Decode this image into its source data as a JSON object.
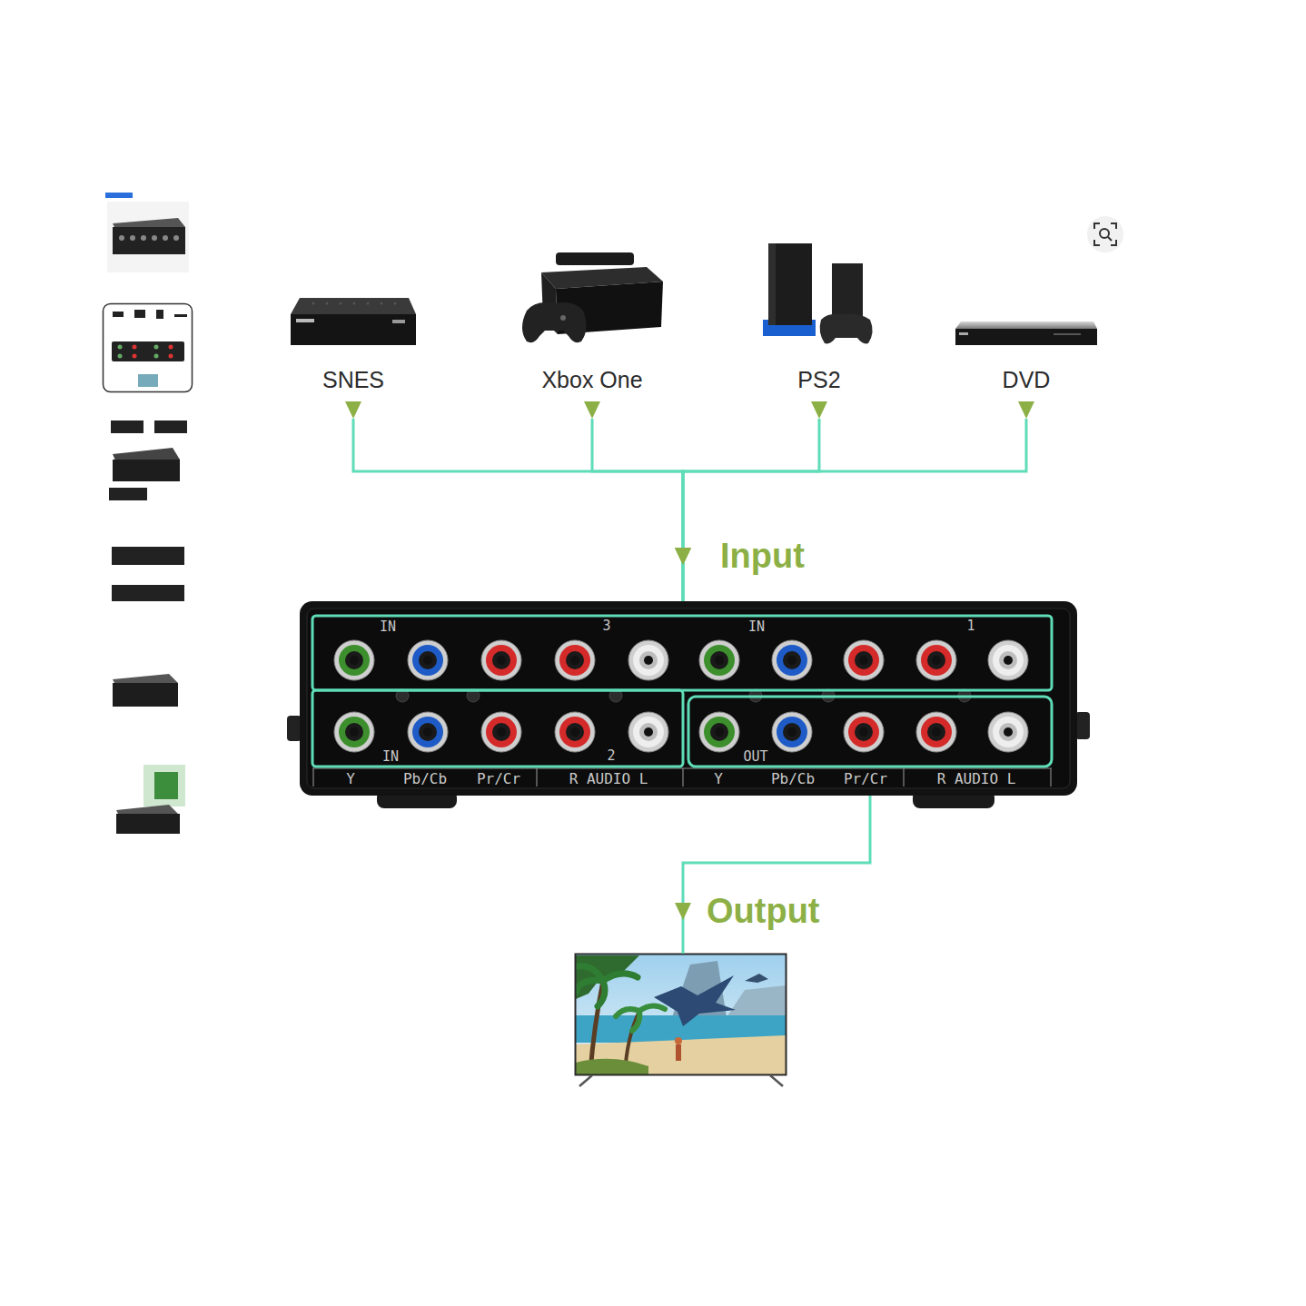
{
  "diagram": {
    "nodes": [
      {
        "text": [
          "SNES"
        ]
      },
      {
        "text": [
          "Xbox One"
        ]
      },
      {
        "text": [
          "PS2"
        ]
      },
      {
        "text": [
          "DVD"
        ]
      },
      {
        "text": [
          "Input"
        ]
      },
      {
        "text": [
          "Output"
        ]
      }
    ],
    "edges": [
      {
        "from": 0,
        "to": 4,
        "arrow": "to"
      },
      {
        "from": 1,
        "to": 4,
        "arrow": "to"
      },
      {
        "from": 2,
        "to": 4,
        "arrow": "to"
      },
      {
        "from": 3,
        "to": 4,
        "arrow": "to"
      },
      {
        "from": 4,
        "to": 5,
        "arrow": "to"
      }
    ],
    "labels": [
      "IN",
      "3",
      "IN",
      "1",
      "IN",
      "2",
      "OUT",
      "Y",
      "Pb/Cb",
      "Pr/Cr",
      "R AUDIO L",
      "Y",
      "Pb/Cb",
      "Pr/Cr",
      "R AUDIO L"
    ]
  }
}
